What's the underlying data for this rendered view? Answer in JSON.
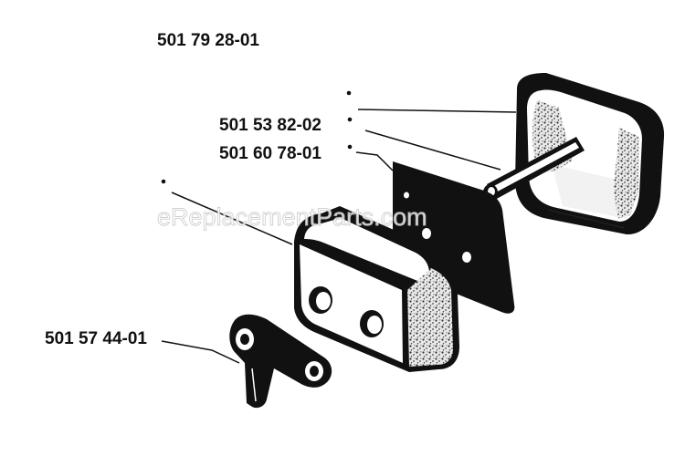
{
  "parts": {
    "top_label": "501 79 28-01",
    "label_a": "501 53 82-02",
    "label_b": "501 60 78-01",
    "label_c": "501 57 44-01"
  },
  "watermark": "eReplacementParts.com",
  "colors": {
    "ink": "#111111",
    "paper": "#ffffff",
    "watermark": "#c8c8c8"
  }
}
